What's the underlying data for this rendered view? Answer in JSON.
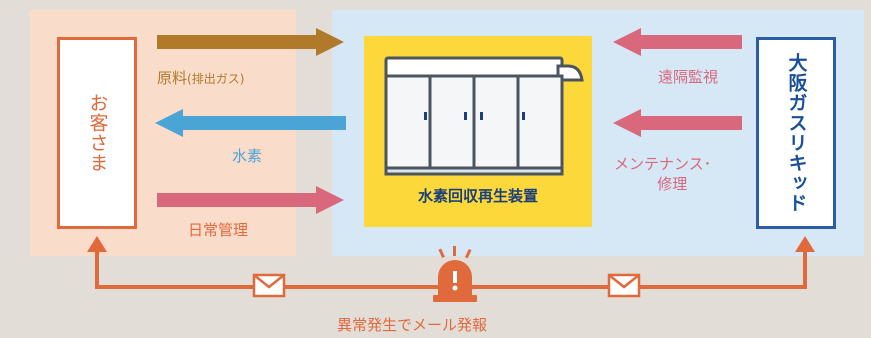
{
  "nodes": {
    "customer": "お客さま",
    "osaka_liquid": "大阪ガスリキッド",
    "device": "水素回収再生装置"
  },
  "flows": {
    "raw_material": "原料",
    "raw_material_note": "(排出ガス)",
    "hydrogen": "水素",
    "daily_management": "日常管理",
    "remote_monitoring": "遠隔監視",
    "maintenance_line1": "メンテナンス･",
    "maintenance_line2": "修理"
  },
  "alert": {
    "label": "異常発生でメール発報"
  },
  "colors": {
    "raw_arrow": "#b07a2a",
    "hydrogen_arrow": "#4aa4d6",
    "pink_arrow": "#d9687d",
    "alert_orange": "#e06a3c",
    "left_panel": "#fadcca",
    "right_panel": "#d6e7f6",
    "device_bg": "#fcd83a"
  },
  "icons": {
    "alarm": "alarm-light-icon",
    "mail": "envelope-icon"
  }
}
